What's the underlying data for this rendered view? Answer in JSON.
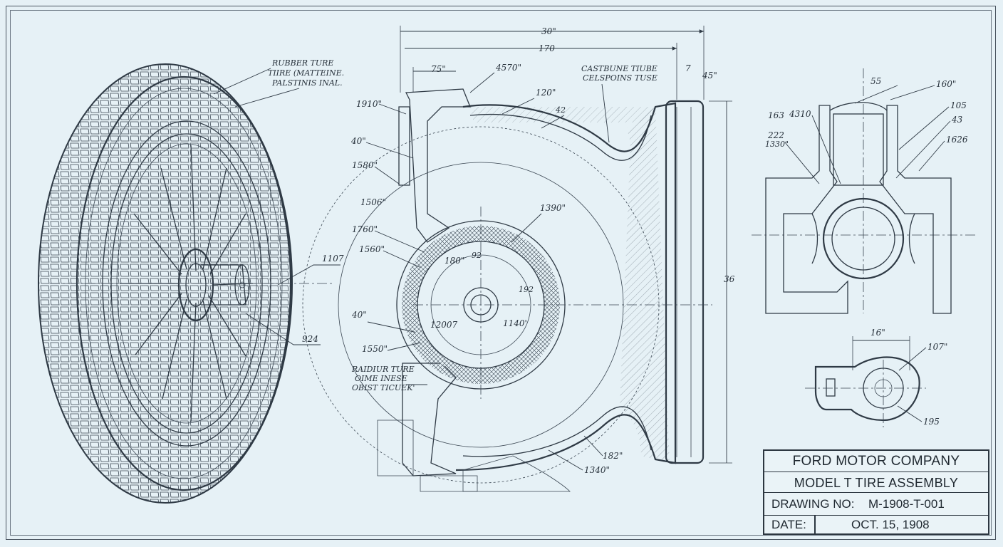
{
  "title_block": {
    "company": "FORD MOTOR COMPANY",
    "assembly": "MODEL T TIRE ASSEMBLY",
    "drawing_no_label": "DRAWING NO:",
    "drawing_no": "M-1908-T-001",
    "date_label": "DATE:",
    "date": "OCT. 15, 1908"
  },
  "wheel_view": {
    "note_1": "RUBBER TURE",
    "note_2": "TIIRE (MATTEINE.",
    "note_3": "PALSTINIS INAL.",
    "callout_right": "1107",
    "callout_lower": "924"
  },
  "section_view": {
    "dim_top_overall": "30\"",
    "dim_top_second": "170",
    "dim_small_a": "75\"",
    "dim_small_b": "4570\"",
    "dim_tube_top": "120\"",
    "dim_42": "42",
    "note_casing_1": "CASTBUNE TIUBE",
    "note_casing_2": "CELSPOINS TUSE",
    "dim_7": "7",
    "dim_45": "45\"",
    "left_callouts": [
      "1910\"",
      "40\"",
      "1580\"",
      "1506\"",
      "1760\"",
      "1560\"",
      "40\"",
      "1550\""
    ],
    "inner_1390": "1390\"",
    "inner_180": "180\"",
    "inner_92": "92",
    "inner_12": "192",
    "inner_12007": "12007",
    "inner_1140": "1140'",
    "side_dim": "36",
    "note_bottom_1": "RAIDIUR TURE",
    "note_bottom_2": "OIME INESE",
    "note_bottom_3": "OBIST TICUEK'",
    "bottom_182": "182\"",
    "bottom_1340": "1340\""
  },
  "detail_view": {
    "dim_55": "55",
    "dim_160": "160\"",
    "dim_105": "105",
    "dim_163": "163",
    "dim_4310": "4310",
    "dim_43": "43",
    "dim_222": "222",
    "dim_1330": "1330\"",
    "dim_1626": "1626",
    "dim_16": "16\"",
    "dim_107": "107\"",
    "dim_195": "195"
  }
}
